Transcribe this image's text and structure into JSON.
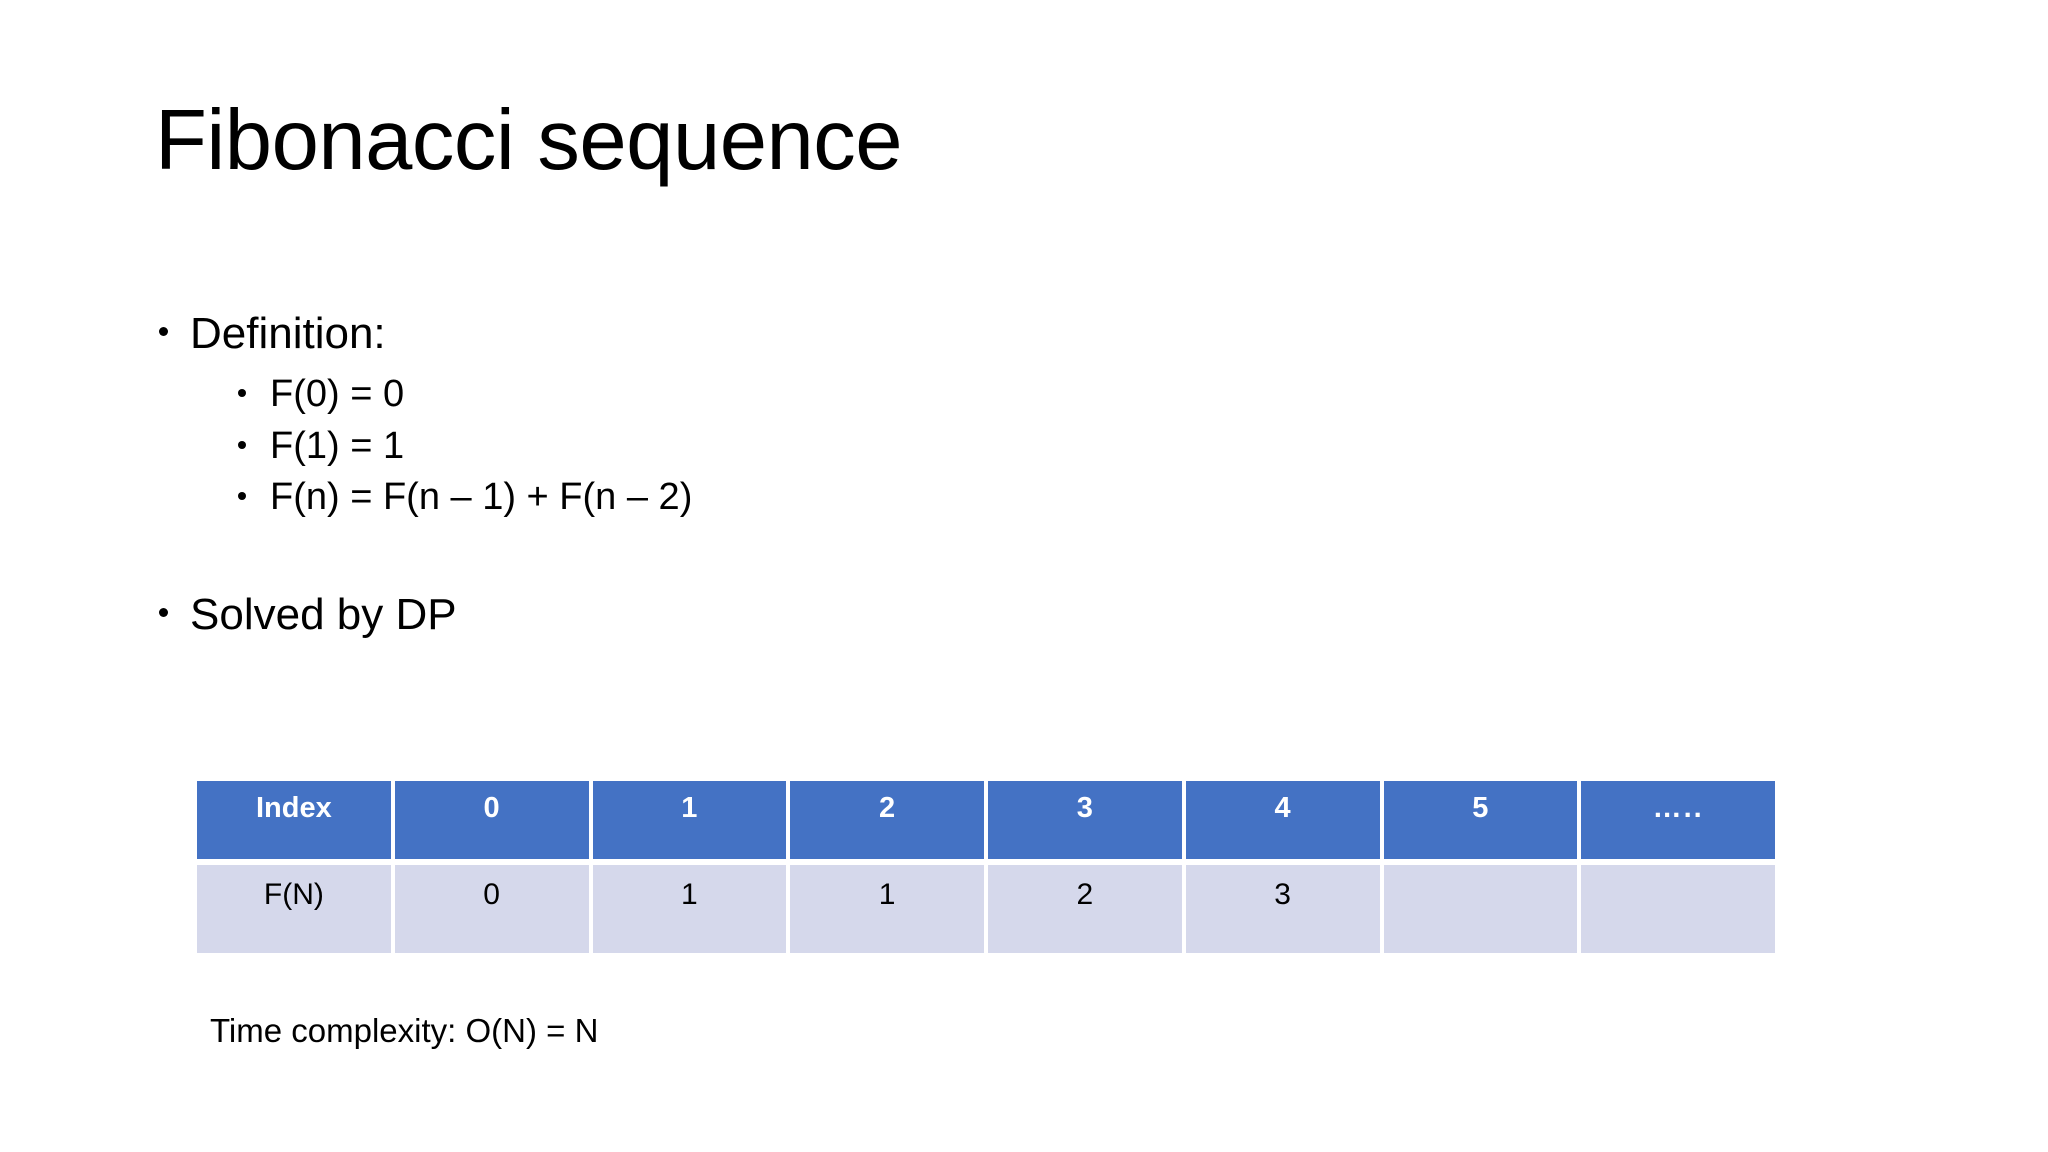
{
  "slide": {
    "title": "Fibonacci sequence",
    "bullets": [
      {
        "label": "Definition:",
        "children": [
          "F(0) = 0",
          "F(1) = 1",
          "F(n) = F(n – 1) + F(n – 2)"
        ]
      },
      {
        "label": "Solved by DP",
        "children": []
      }
    ],
    "table": {
      "header": [
        "Index",
        "0",
        "1",
        "2",
        "3",
        "4",
        "5",
        "….."
      ],
      "row": [
        "F(N)",
        "0",
        "1",
        "1",
        "2",
        "3",
        "",
        ""
      ],
      "header_bg": "#4472C4",
      "header_text_color": "#FFFFFF",
      "row_bg": "#D5D8EB",
      "row_text_color": "#000000"
    },
    "footnote": "Time complexity: O(N) = N"
  }
}
